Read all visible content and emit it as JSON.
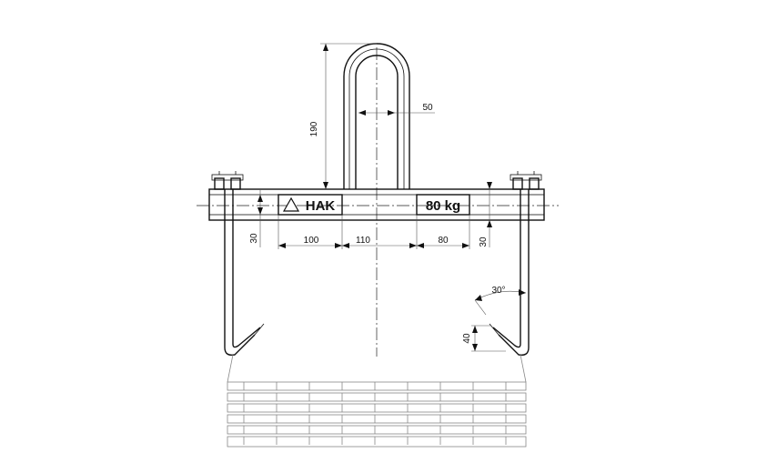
{
  "drawing": {
    "dimensions": {
      "bail_height": "190",
      "bail_width": "50",
      "beam_height_left": "30",
      "beam_height_right": "30",
      "left_offset": "100",
      "center_span": "110",
      "right_offset": "80",
      "hook_length": "40",
      "hook_angle": "30°"
    },
    "plate_left": "HAK",
    "plate_right": "80 kg"
  }
}
